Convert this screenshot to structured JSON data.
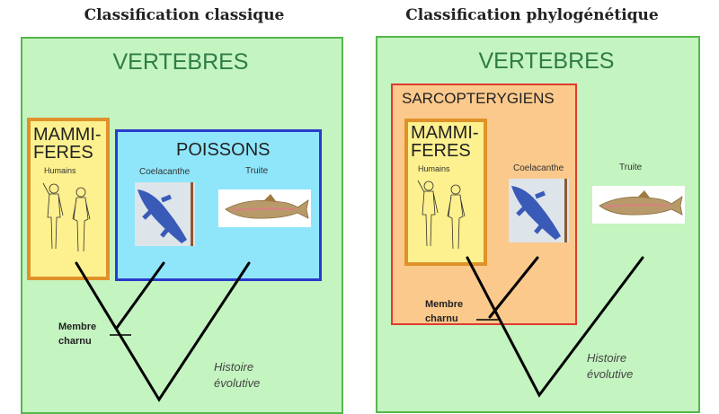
{
  "left_panel": {
    "title": "Classification classique",
    "vertebres": "VERTEBRES",
    "mammiferes_line1": "MAMMI-",
    "mammiferes_line2": "FERES",
    "humains": "Humains",
    "poissons": "POISSONS",
    "coelacanthe": "Coelacanthe",
    "truite": "Truite",
    "membre_line1": "Membre",
    "membre_line2": "charnu",
    "histoire_line1": "Histoire",
    "histoire_line2": "évolutive"
  },
  "right_panel": {
    "title": "Classification phylogénétique",
    "vertebres": "VERTEBRES",
    "sarcopterygiens": "SARCOPTERYGIENS",
    "mammiferes_line1": "MAMMI-",
    "mammiferes_line2": "FERES",
    "humains": "Humains",
    "coelacanthe": "Coelacanthe",
    "truite": "Truite",
    "membre_line1": "Membre",
    "membre_line2": "charnu",
    "histoire_line1": "Histoire",
    "histoire_line2": "évolutive"
  },
  "colors": {
    "vertebres_fill": "#c4f4c0",
    "mammiferes_fill": "#fdf08e",
    "poissons_fill": "#8fe6fa",
    "sarcopterygiens_fill": "#fbc98c"
  }
}
